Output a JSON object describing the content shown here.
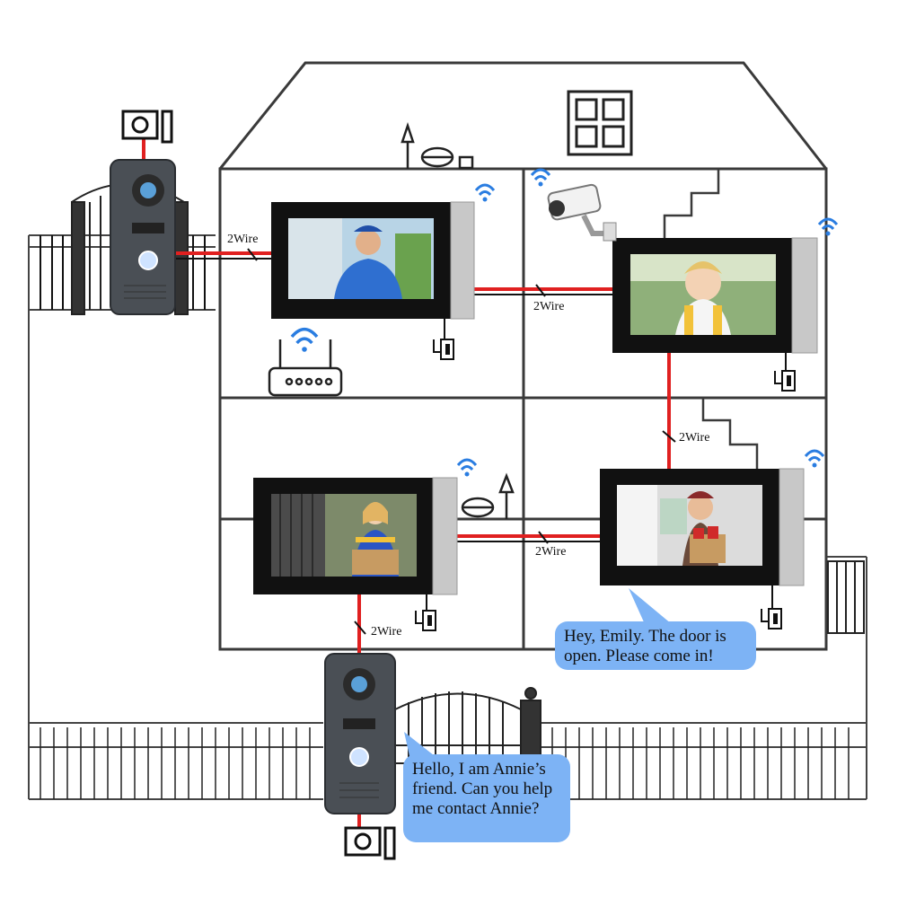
{
  "wire_labels": {
    "top_left": "2Wire",
    "top_middle": "2Wire",
    "right_vertical": "2Wire",
    "bottom_middle": "2Wire",
    "bottom_vertical": "2Wire"
  },
  "bubbles": {
    "monitor_reply": {
      "line1": "Hey, Emily. The door is",
      "line2": "open. Please come in!"
    },
    "visitor_request": {
      "line1": "Hello, I am Annie’s",
      "line2": "friend. Can you help",
      "line3": "me contact Annie?"
    }
  },
  "colors": {
    "wire": "#e02020",
    "outline": "#3a3a3a",
    "bubble": "#7db3f5",
    "monitor_frame": "#111111",
    "monitor_side": "#c8c8c8",
    "doorbell_body": "#4a4f55"
  },
  "icons": [
    "wifi-icon",
    "router-icon",
    "cctv-camera-icon",
    "door-lock-icon",
    "power-plug-icon",
    "doorbell-camera-icon",
    "lamp-icon",
    "smoke-detector-icon",
    "window-icon"
  ]
}
